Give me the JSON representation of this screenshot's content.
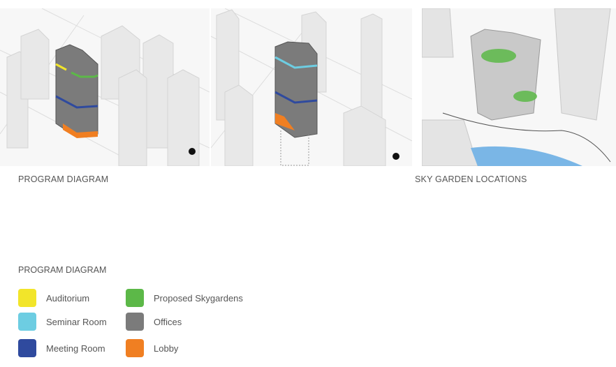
{
  "panels": [
    {
      "caption": "PROGRAM DIAGRAM"
    },
    {
      "caption": ""
    },
    {
      "caption": "SKY GARDEN LOCATIONS"
    }
  ],
  "legend": {
    "title": "PROGRAM DIAGRAM",
    "items": [
      {
        "label": "Auditorium",
        "color": "#f2e52a"
      },
      {
        "label": "Seminar Room",
        "color": "#6dcde2"
      },
      {
        "label": "Meeting Room",
        "color": "#2f4a9e"
      },
      {
        "label": "Proposed Skygardens",
        "color": "#5cb848"
      },
      {
        "label": "Offices",
        "color": "#7b7b7b"
      },
      {
        "label": "Lobby",
        "color": "#f07f22"
      }
    ]
  }
}
